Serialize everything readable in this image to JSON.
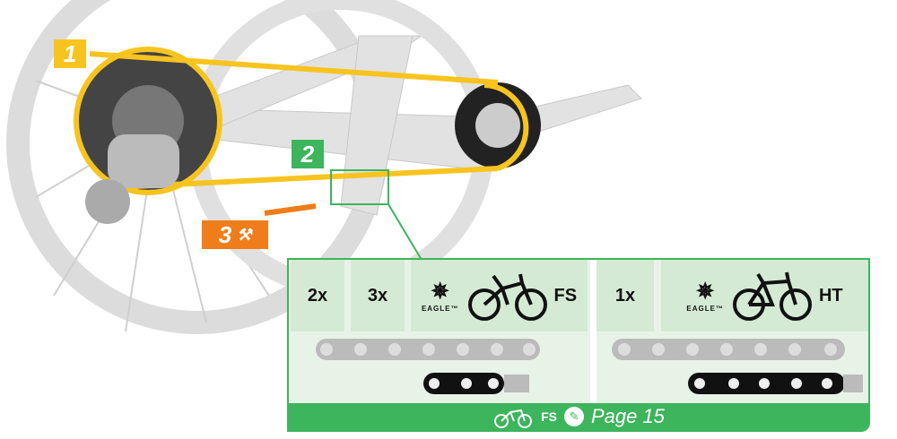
{
  "callouts": {
    "one": "1",
    "two": "2",
    "three": "3"
  },
  "panel": {
    "fs_group": {
      "options": [
        "2x",
        "3x"
      ],
      "brand": "EAGLE™",
      "bike_type": "FS"
    },
    "ht_group": {
      "options": [
        "1x"
      ],
      "brand": "EAGLE™",
      "bike_type": "HT"
    },
    "footer": {
      "bike_type": "FS",
      "page_label": "Page 15"
    }
  },
  "colors": {
    "yellow": "#f7c41f",
    "green": "#3cb55c",
    "orange": "#ef7d1a"
  }
}
